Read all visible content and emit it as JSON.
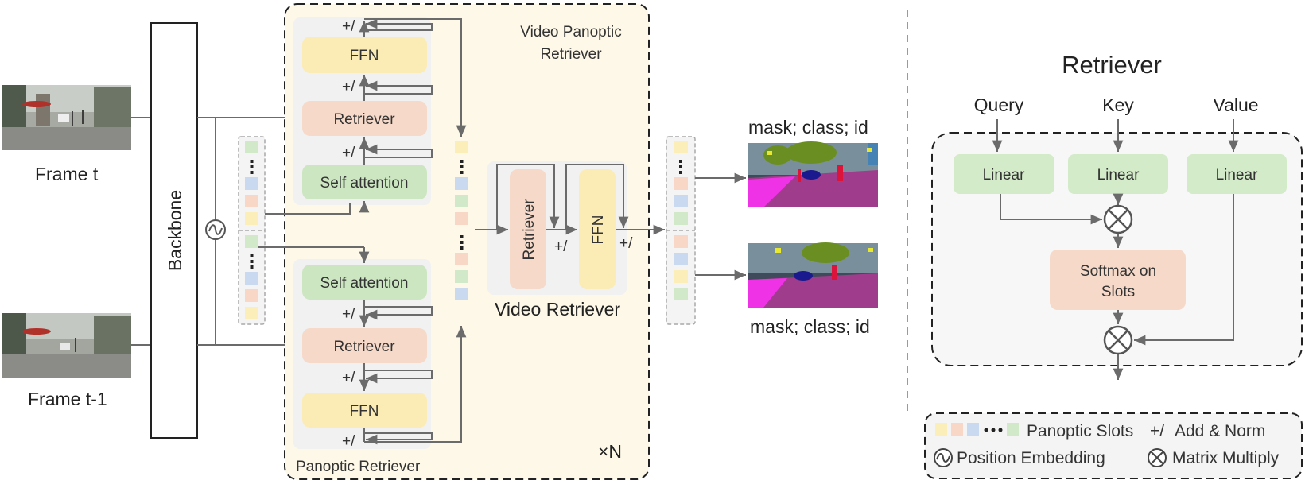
{
  "labels": {
    "frame_t": "Frame t",
    "frame_t1": "Frame t-1",
    "backbone": "Backbone",
    "video_panoptic_retriever": [
      "Video Panoptic",
      "Retriever"
    ],
    "panoptic_retriever": "Panoptic Retriever",
    "video_retriever": "Video Retriever",
    "times_n": "×N",
    "ffn": "FFN",
    "retriever": "Retriever",
    "self_attention": "Self attention",
    "add_norm_symbol": "+/",
    "mask_class_id": "mask; class; id"
  },
  "retriever_detail": {
    "title": "Retriever",
    "query": "Query",
    "key": "Key",
    "value": "Value",
    "linear": "Linear",
    "softmax": [
      "Softmax on",
      "Slots"
    ]
  },
  "legend": {
    "panoptic_slots": "Panoptic Slots",
    "add_norm": "Add & Norm",
    "position_embedding": "Position Embedding",
    "matrix_multiply": "Matrix Multiply"
  },
  "colors": {
    "ffn": "#fbecb5",
    "retriever": "#f6d9c8",
    "self_attention": "#cde6c2",
    "linear": "#d3ebc8",
    "slot_yellow": "#fbeeb8",
    "slot_peach": "#f8d7c6",
    "slot_blue": "#c9d9ef",
    "slot_green": "#d2e9c9",
    "outer_panel": "#fdf8e8",
    "inner_panel": "#f1f1f1"
  }
}
